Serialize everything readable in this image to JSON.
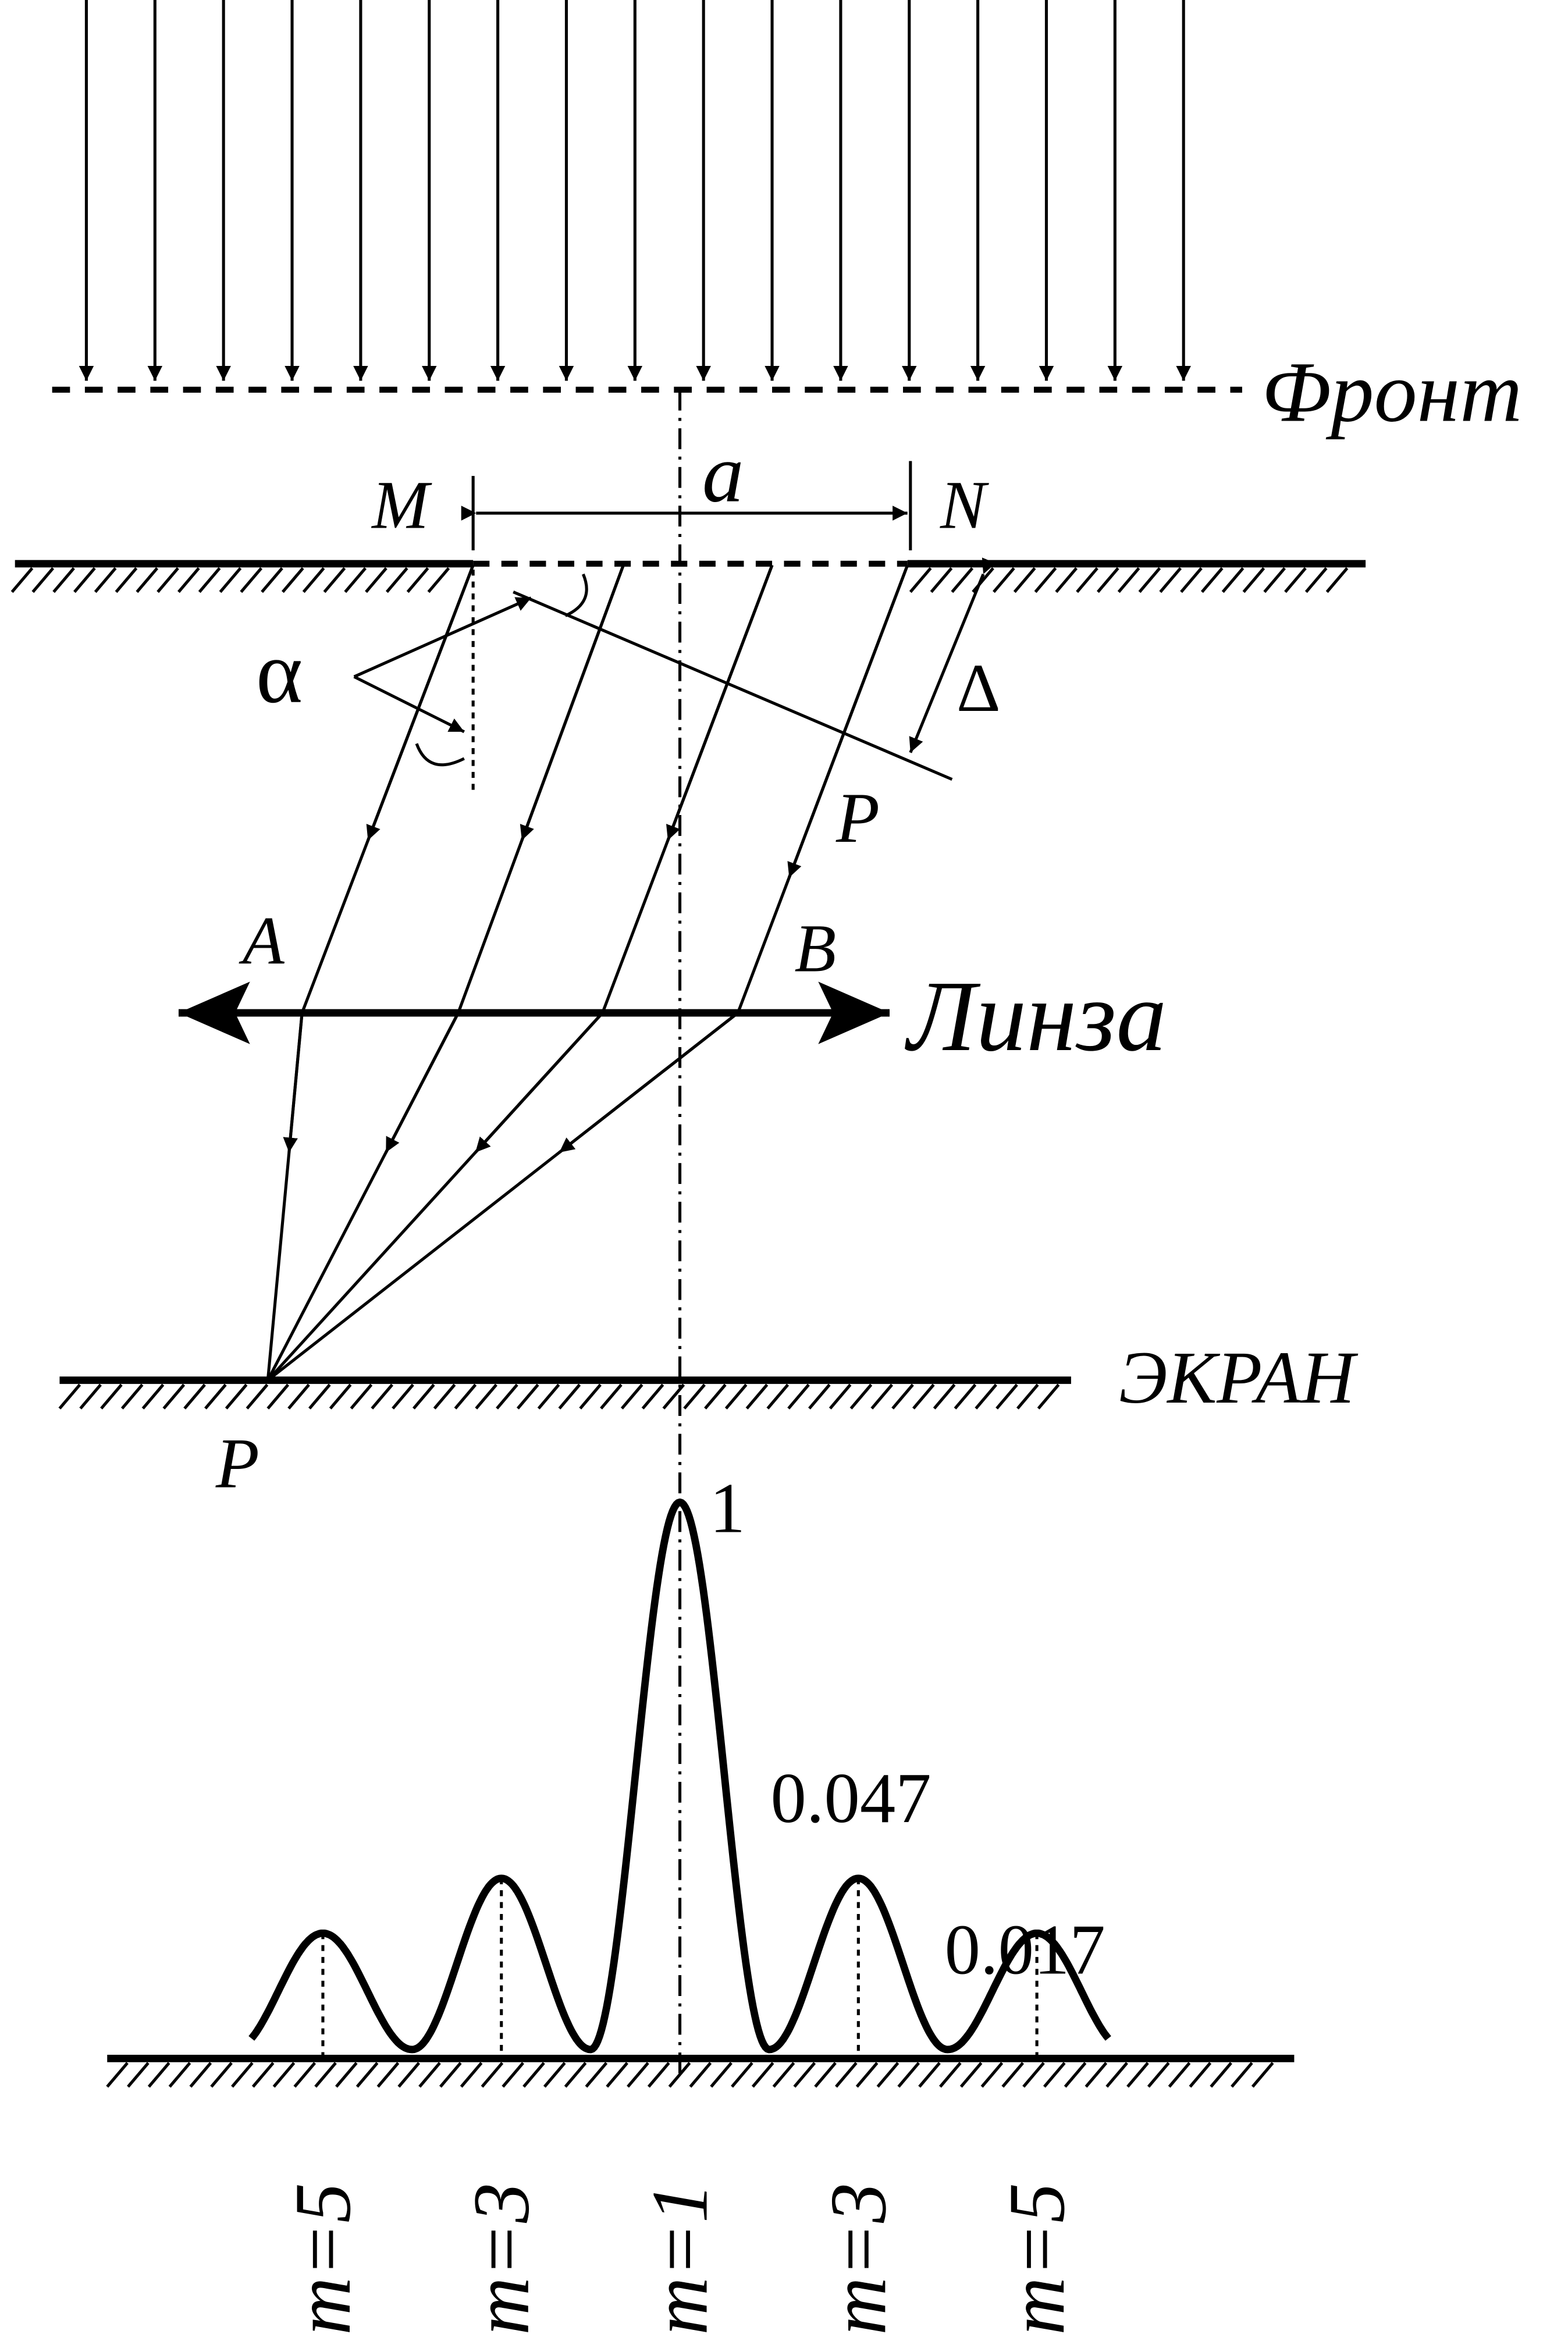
{
  "labels": {
    "front": "Фронт",
    "slit_width": "a",
    "edge_left": "M",
    "edge_right": "N",
    "angle": "α",
    "path_difference": "Δ",
    "point_p_upper": "P",
    "lens_point_a": "A",
    "lens_point_b": "B",
    "lens": "Линза",
    "screen": "ЭКРАН",
    "point_p_screen": "P"
  },
  "chart_data": {
    "type": "line",
    "peak_labels": {
      "central": "1",
      "first_side": "0.047",
      "second_side": "0.017"
    },
    "peaks": [
      {
        "order": "m=5",
        "side": "left",
        "relative_intensity": 0.017
      },
      {
        "order": "m=3",
        "side": "left",
        "relative_intensity": 0.047
      },
      {
        "order": "m=1",
        "side": "center",
        "relative_intensity": 1
      },
      {
        "order": "m=3",
        "side": "right",
        "relative_intensity": 0.047
      },
      {
        "order": "m=5",
        "side": "right",
        "relative_intensity": 0.017
      }
    ],
    "order_labels": [
      "m=5",
      "m=3",
      "m=1",
      "m=3",
      "m=5"
    ]
  },
  "colors": {
    "ink": "#000000",
    "background": "#ffffff"
  }
}
